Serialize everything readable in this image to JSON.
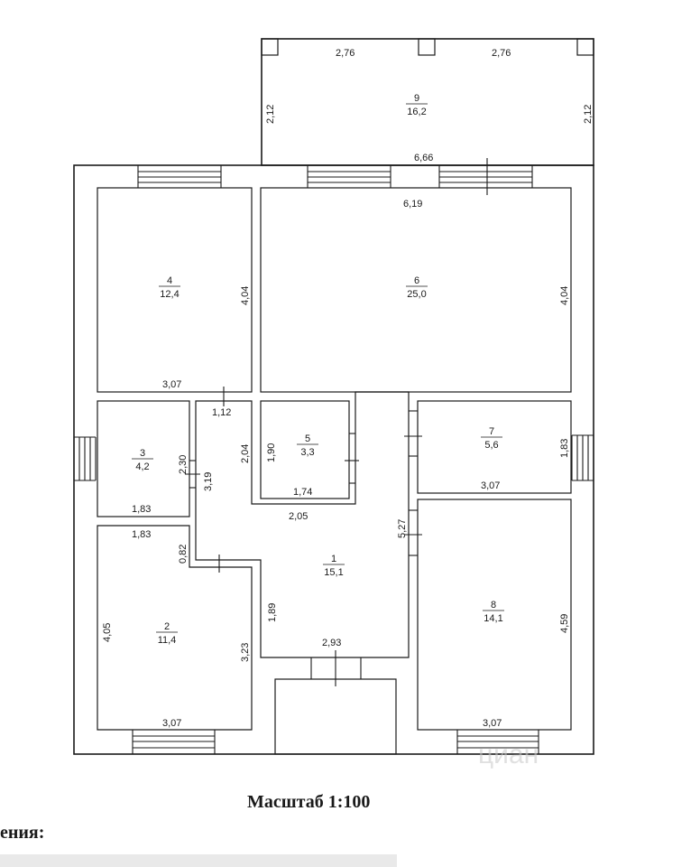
{
  "rooms": [
    {
      "number": "1",
      "area": "15,1"
    },
    {
      "number": "2",
      "area": "11,4"
    },
    {
      "number": "3",
      "area": "4,2"
    },
    {
      "number": "4",
      "area": "12,4"
    },
    {
      "number": "5",
      "area": "3,3"
    },
    {
      "number": "6",
      "area": "25,0"
    },
    {
      "number": "7",
      "area": "5,6"
    },
    {
      "number": "8",
      "area": "14,1"
    },
    {
      "number": "9",
      "area": "16,2"
    }
  ],
  "dimensions": {
    "terrace_top_left": "2,76",
    "terrace_top_right": "2,76",
    "terrace_left": "2,12",
    "terrace_right": "2,12",
    "terrace_bottom": "6,66",
    "room6_top": "6,19",
    "room6_side": "4,04",
    "room4_side": "4,04",
    "room4_bottom": "3,07",
    "door_1": "1,12",
    "room3_side": "2,30",
    "room3_bottom": "1,83",
    "corridor_left": "3,19",
    "room5_left_outer": "2,04",
    "room5_left": "1,90",
    "room5_bottom": "1,74",
    "room5_under": "2,05",
    "room7_side": "1,83",
    "room7_bottom": "3,07",
    "hall_right": "5,27",
    "room2_top": "1,83",
    "room2_notch": "0,82",
    "room2_left": "4,05",
    "room2_right": "3,23",
    "room2_bottom": "3,07",
    "hall_lower_left": "1,89",
    "hall_bottom": "2,93",
    "room8_side": "4,59",
    "room8_bottom": "3,07"
  },
  "footer": {
    "scale_label": "Масштаб 1:100",
    "legend_label": "ения:",
    "watermark": "циан"
  }
}
